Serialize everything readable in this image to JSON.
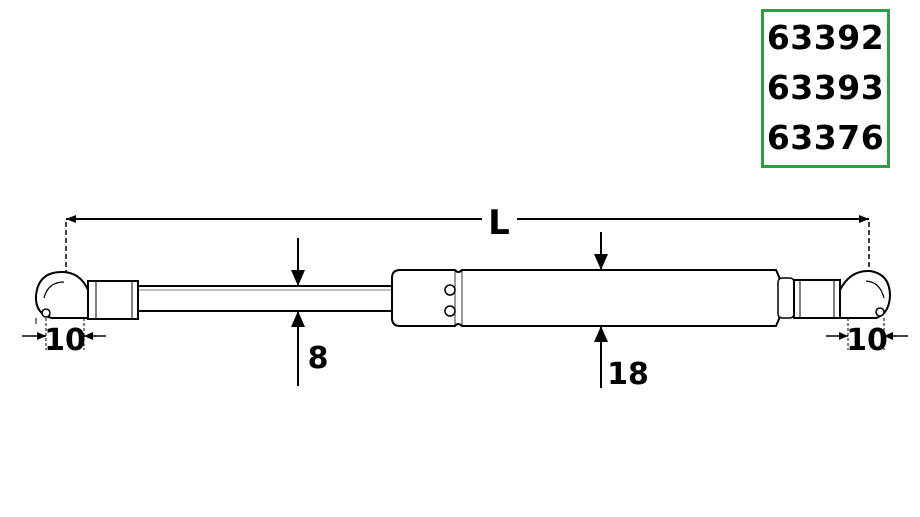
{
  "part_numbers": [
    "63392",
    "63393",
    "63376"
  ],
  "dimensions": {
    "overall_length": "L",
    "rod_diameter": "8",
    "tube_diameter": "18",
    "left_end_fitting": "10",
    "right_end_fitting": "10"
  },
  "colors": {
    "box_border": "#2e9e44",
    "line": "#000000"
  }
}
